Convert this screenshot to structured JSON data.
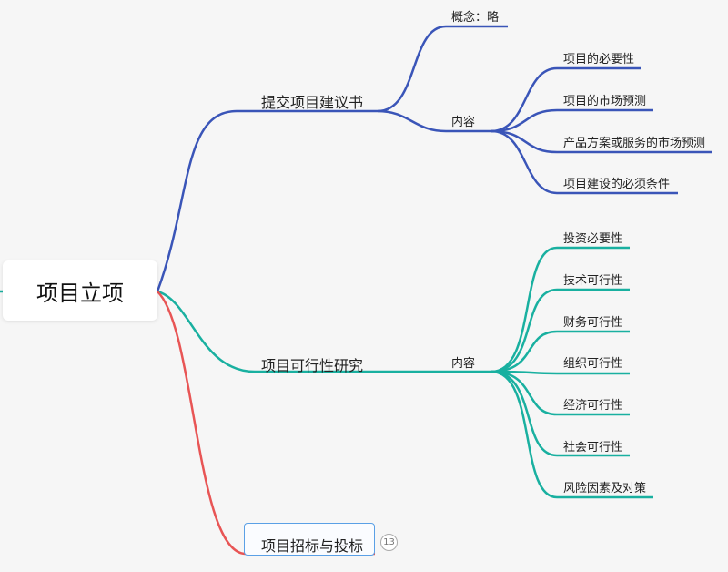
{
  "root": {
    "label": "项目立项"
  },
  "branches": {
    "proposal": {
      "label": "提交项目建议书",
      "concept": "概念：略",
      "content": {
        "label": "内容",
        "items": [
          "项目的必要性",
          "项目的市场预测",
          "产品方案或服务的市场预测",
          "项目建设的必须条件"
        ]
      }
    },
    "feasibility": {
      "label": "项目可行性研究",
      "content": {
        "label": "内容",
        "items": [
          "投资必要性",
          "技术可行性",
          "财务可行性",
          "组织可行性",
          "经济可行性",
          "社会可行性",
          "风险因素及对策"
        ]
      }
    },
    "bidding": {
      "label": "项目招标与投标",
      "collapsed_count": "13"
    }
  },
  "colors": {
    "blue": "#3a55b8",
    "teal": "#19b0a0",
    "red": "#e85555",
    "selection": "#5aa0e6"
  }
}
